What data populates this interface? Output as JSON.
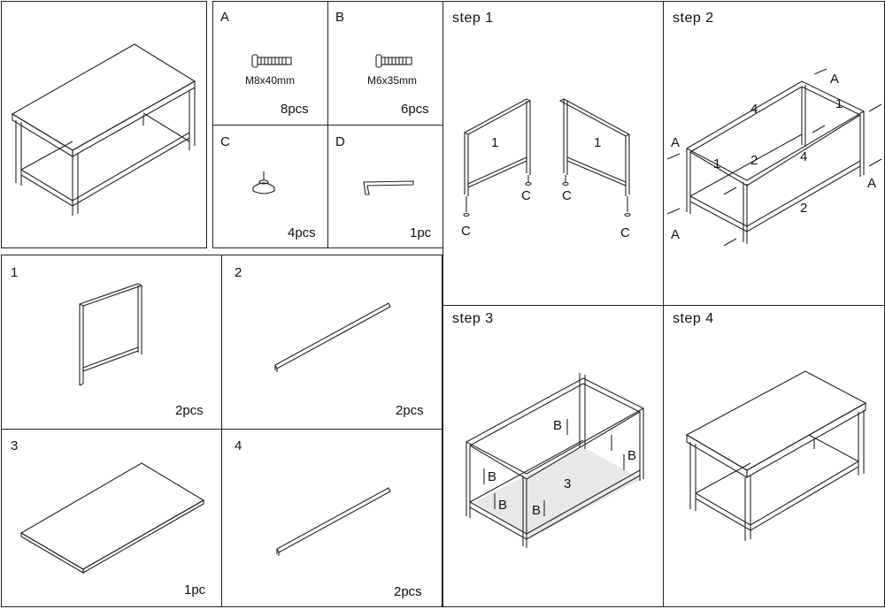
{
  "hardware": [
    {
      "letter": "A",
      "spec": "M8x40mm",
      "qty": "8pcs",
      "icon": "bolt-icon"
    },
    {
      "letter": "B",
      "spec": "M6x35mm",
      "qty": "6pcs",
      "icon": "bolt-icon"
    },
    {
      "letter": "C",
      "spec": "",
      "qty": "4pcs",
      "icon": "foot-pad-icon"
    },
    {
      "letter": "D",
      "spec": "",
      "qty": "1pc",
      "icon": "allen-key-icon"
    }
  ],
  "parts": [
    {
      "number": "1",
      "qty": "2pcs"
    },
    {
      "number": "2",
      "qty": "2pcs"
    },
    {
      "number": "3",
      "qty": "1pc"
    },
    {
      "number": "4",
      "qty": "2pcs"
    }
  ],
  "steps": [
    {
      "label": "step  1",
      "callouts": [
        "1",
        "1",
        "C",
        "C",
        "C",
        "C"
      ]
    },
    {
      "label": "step  2",
      "callouts": [
        "A",
        "A",
        "A",
        "A",
        "1",
        "1",
        "2",
        "2",
        "4",
        "4"
      ]
    },
    {
      "label": "step  3",
      "callouts": [
        "B",
        "B",
        "B",
        "B",
        "B",
        "3"
      ]
    },
    {
      "label": "step  4",
      "callouts": []
    }
  ]
}
